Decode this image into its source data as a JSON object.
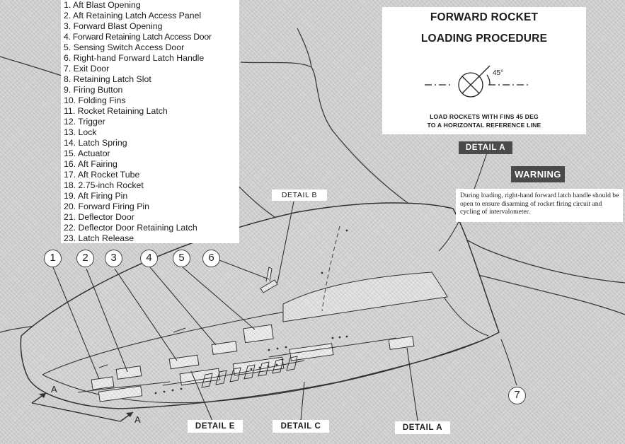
{
  "parts_list": [
    "1. Aft Blast Opening",
    "2. Aft Retaining Latch Access Panel",
    "3. Forward Blast Opening",
    "4. Forward Retaining Latch Access Door",
    "5. Sensing Switch Access Door",
    "6. Right-hand Forward Latch Handle",
    "7. Exit Door",
    "8. Retaining Latch Slot",
    "9. Firing Button",
    "10. Folding Fins",
    "11. Rocket Retaining Latch",
    "12. Trigger",
    "13. Lock",
    "14. Latch Spring",
    "15. Actuator",
    "16. Aft Fairing",
    "17. Aft Rocket Tube",
    "18. 2.75-inch Rocket",
    "19. Aft Firing Pin",
    "20. Forward Firing Pin",
    "21. Deflector Door",
    "22. Deflector Door Retaining Latch",
    "23. Latch Release"
  ],
  "procedure": {
    "title_line1": "FORWARD ROCKET",
    "title_line2": "LOADING PROCEDURE",
    "angle": "45°",
    "note_line1": "LOAD ROCKETS WITH FINS 45 DEG",
    "note_line2": "TO A HORIZONTAL REFERENCE LINE"
  },
  "detail_labels": {
    "detail_a_top": "DETAIL A",
    "detail_b": "DETAIL B",
    "detail_e": "DETAIL E",
    "detail_c": "DETAIL C",
    "detail_a_bottom": "DETAIL A"
  },
  "warning": {
    "label": "WARNING",
    "text": "During loading, right-hand forward latch handle should be open to ensure disarming of rocket firing circuit and cycling of intervalometer."
  },
  "callouts": [
    "1",
    "2",
    "3",
    "4",
    "5",
    "6",
    "7"
  ],
  "section_marks": [
    "A",
    "A"
  ],
  "colors": {
    "background": "#d6d6d6",
    "panel": "#ffffff",
    "dark_label": "#4a4a4a",
    "line": "#3a3a3a"
  }
}
